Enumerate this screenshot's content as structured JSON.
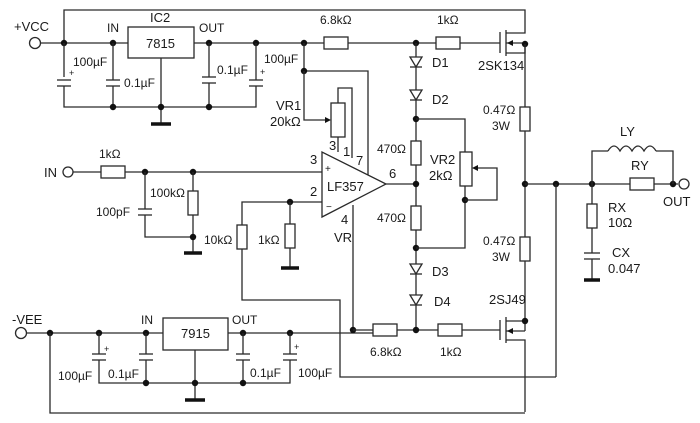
{
  "diagram": {
    "type": "circuit-schematic",
    "title": "",
    "terminals": {
      "vcc": "+VCC",
      "vee": "-VEE",
      "in": "IN",
      "out": "OUT"
    },
    "regulators": {
      "positive": {
        "ref": "IC2",
        "part": "7815",
        "in_label": "IN",
        "out_label": "OUT"
      },
      "negative": {
        "part": "7915",
        "in_label": "IN",
        "out_label": "OUT"
      }
    },
    "capacitors": {
      "c_vcc_in_bulk": "100µF",
      "c_vcc_in_bypass": "0.1µF",
      "c_vcc_out_bypass": "0.1µF",
      "c_vcc_out_bulk": "100µF",
      "c_vee_in_bulk": "100µF",
      "c_vee_in_bypass": "0.1µF",
      "c_vee_out_bypass": "0.1µF",
      "c_vee_out_bulk": "100µF",
      "c_input": "100pF",
      "cx_ref": "CX",
      "cx_value": "0.047"
    },
    "resistors": {
      "r_input": "1kΩ",
      "r_input_bias": "100kΩ",
      "r_feedback": "10kΩ",
      "r_gain": "1kΩ",
      "r_top_bias": "6.8kΩ",
      "r_top_gate": "1kΩ",
      "r_bot_bias": "6.8kΩ",
      "r_bot_gate": "1kΩ",
      "r_bias_upper": "470Ω",
      "r_bias_lower": "470Ω",
      "r_source_upper": "0.47Ω",
      "r_source_upper_power": "3W",
      "r_source_lower": "0.47Ω",
      "r_source_lower_power": "3W",
      "rx_ref": "RX",
      "rx_value": "10Ω",
      "ry_ref": "RY"
    },
    "potentiometers": {
      "vr1_ref": "VR1",
      "vr1_value": "20kΩ",
      "vr2_ref": "VR2",
      "vr2_value": "2kΩ"
    },
    "inductors": {
      "ly_ref": "LY"
    },
    "diodes": [
      "D1",
      "D2",
      "D3",
      "D4"
    ],
    "transistors": {
      "upper": "2SK134",
      "lower": "2SJ49"
    },
    "opamp": {
      "part": "LF357",
      "pin_noninv": "3",
      "pin_inv": "2",
      "pin_out": "6",
      "pin_v_neg": "4",
      "pin_offset_a": "3",
      "pin_offset_b": "1",
      "pin_v_pos": "7",
      "plus_sign": "+",
      "minus_sign": "−",
      "vr_label": "VR"
    }
  }
}
